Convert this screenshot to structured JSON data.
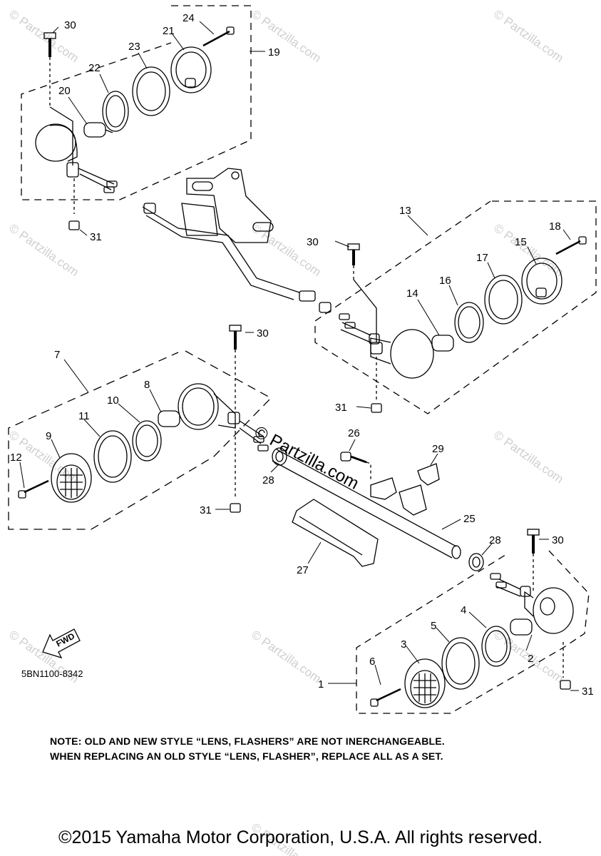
{
  "watermark": {
    "text": "© Partzilla.com",
    "center_text": "© Partzilla.com"
  },
  "drawing_code": "5BN1100-8342",
  "fwd_label": "FWD",
  "note": {
    "line1": "NOTE: OLD AND NEW STYLE “LENS, FLASHERS”  ARE NOT INERCHANGEABLE.",
    "line2": "WHEN REPLACING AN OLD STYLE “LENS, FLASHER”, REPLACE ALL AS A SET."
  },
  "copyright": "©2015 Yamaha Motor Corporation, U.S.A. All rights reserved.",
  "callouts": [
    "30",
    "24",
    "21",
    "19",
    "23",
    "22",
    "20",
    "31",
    "13",
    "30",
    "18",
    "15",
    "17",
    "16",
    "14",
    "31",
    "30",
    "7",
    "8",
    "10",
    "11",
    "9",
    "12",
    "31",
    "26",
    "29",
    "28",
    "25",
    "28",
    "30",
    "27",
    "4",
    "5",
    "3",
    "2",
    "6",
    "1",
    "31"
  ],
  "colors": {
    "line": "#000000",
    "watermark": "#cfcfcf",
    "background": "#ffffff"
  }
}
